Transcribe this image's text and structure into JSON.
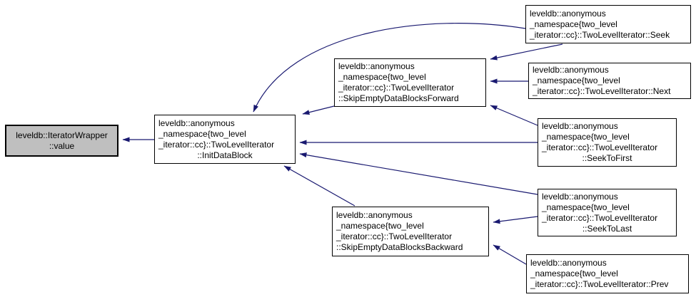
{
  "diagram": {
    "kind": "call-graph",
    "background": "#ffffff"
  },
  "colors": {
    "edge": "#191970",
    "node_border": "#000000",
    "node_fill": "#ffffff",
    "root_node_fill": "#bfbfbf",
    "text": "#000000"
  },
  "nodes": [
    {
      "id": "iterator-wrapper-value",
      "lines": [
        "leveldb::IteratorWrapper",
        "::value"
      ]
    },
    {
      "id": "init-data-block",
      "lines": [
        "leveldb::anonymous",
        "_namespace{two_level",
        "_iterator::cc}::TwoLevelIterator",
        "::InitDataBlock"
      ]
    },
    {
      "id": "skip-empty-data-blocks-forward",
      "lines": [
        "leveldb::anonymous",
        "_namespace{two_level",
        "_iterator::cc}::TwoLevelIterator",
        "::SkipEmptyDataBlocksForward"
      ]
    },
    {
      "id": "seek",
      "lines": [
        "leveldb::anonymous",
        "_namespace{two_level",
        "_iterator::cc}::TwoLevelIterator::Seek"
      ]
    },
    {
      "id": "next",
      "lines": [
        "leveldb::anonymous",
        "_namespace{two_level",
        "_iterator::cc}::TwoLevelIterator::Next"
      ]
    },
    {
      "id": "seek-to-first",
      "lines": [
        "leveldb::anonymous",
        "_namespace{two_level",
        "_iterator::cc}::TwoLevelIterator",
        "::SeekToFirst"
      ]
    },
    {
      "id": "seek-to-last",
      "lines": [
        "leveldb::anonymous",
        "_namespace{two_level",
        "_iterator::cc}::TwoLevelIterator",
        "::SeekToLast"
      ]
    },
    {
      "id": "skip-empty-data-blocks-backward",
      "lines": [
        "leveldb::anonymous",
        "_namespace{two_level",
        "_iterator::cc}::TwoLevelIterator",
        "::SkipEmptyDataBlocksBackward"
      ]
    },
    {
      "id": "prev",
      "lines": [
        "leveldb::anonymous",
        "_namespace{two_level",
        "_iterator::cc}::TwoLevelIterator::Prev"
      ]
    }
  ],
  "edges": [
    {
      "from": "init-data-block",
      "to": "iterator-wrapper-value"
    },
    {
      "from": "seek",
      "to": "init-data-block"
    },
    {
      "from": "skip-empty-data-blocks-forward",
      "to": "init-data-block"
    },
    {
      "from": "seek",
      "to": "skip-empty-data-blocks-forward"
    },
    {
      "from": "next",
      "to": "skip-empty-data-blocks-forward"
    },
    {
      "from": "seek-to-first",
      "to": "skip-empty-data-blocks-forward"
    },
    {
      "from": "seek-to-first",
      "to": "init-data-block"
    },
    {
      "from": "seek-to-last",
      "to": "init-data-block"
    },
    {
      "from": "skip-empty-data-blocks-backward",
      "to": "init-data-block"
    },
    {
      "from": "seek-to-last",
      "to": "skip-empty-data-blocks-backward"
    },
    {
      "from": "prev",
      "to": "skip-empty-data-blocks-backward"
    }
  ]
}
